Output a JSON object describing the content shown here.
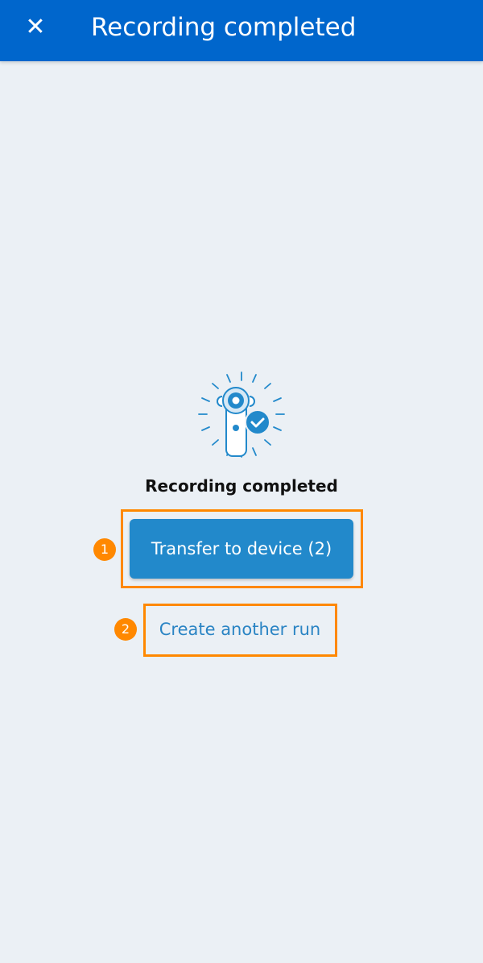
{
  "header": {
    "title": "Recording completed",
    "close_icon": "close-icon"
  },
  "main": {
    "illustration_icon": "device-check-icon",
    "heading": "Recording completed",
    "transfer_button": "Transfer to device (2)",
    "create_link": "Create another run"
  },
  "annotations": {
    "badge_1": "1",
    "badge_2": "2"
  },
  "colors": {
    "header": "#0066CC",
    "primary": "#2289CB",
    "highlight": "#FF8800",
    "background": "#EBF0F5"
  }
}
